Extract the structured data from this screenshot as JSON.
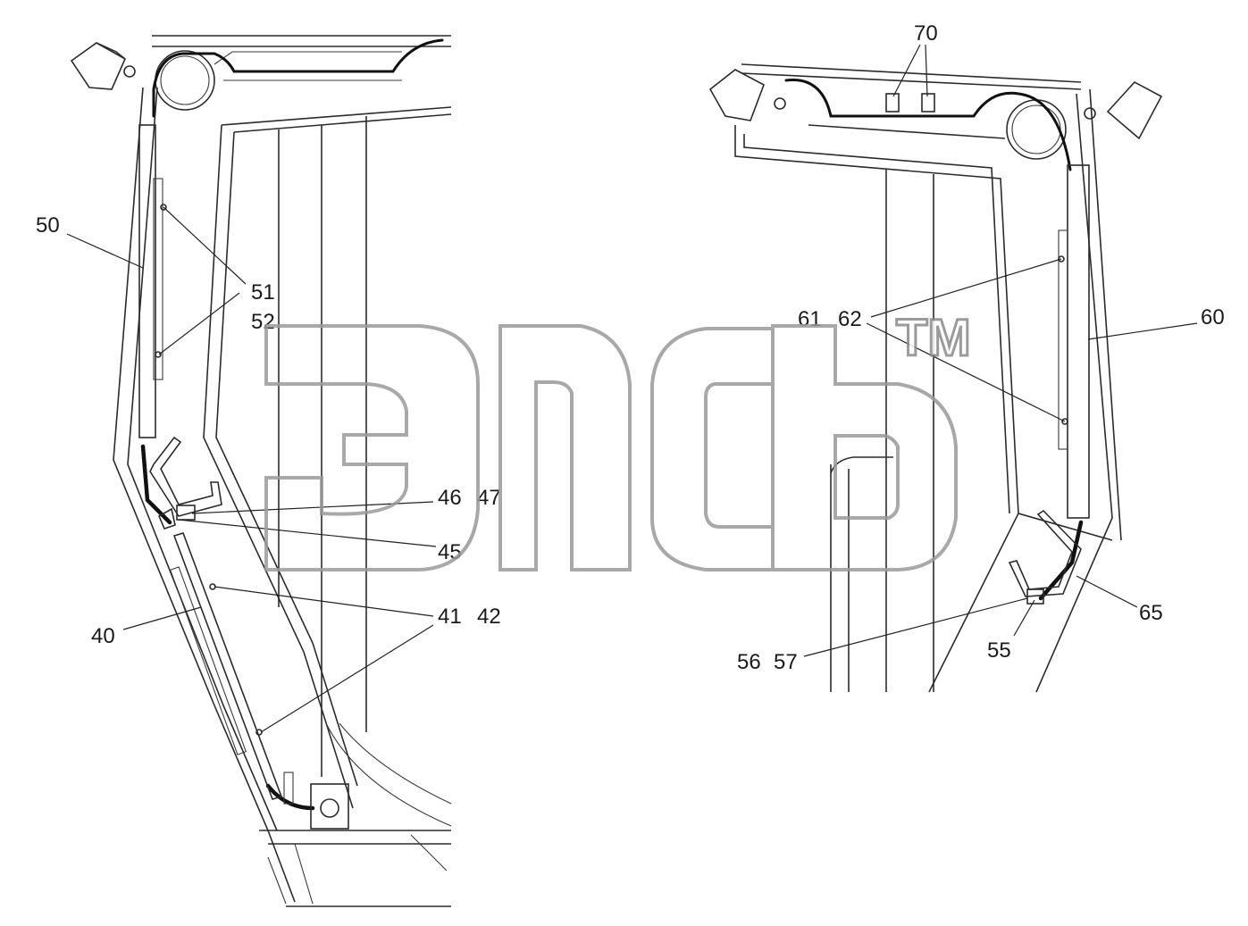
{
  "watermark": {
    "tm": "TM"
  },
  "left_view": {
    "callouts": {
      "c40": "40",
      "c41": "41",
      "c42": "42",
      "c45": "45",
      "c46": "46",
      "c47": "47",
      "c50": "50",
      "c51": "51",
      "c52": "52"
    }
  },
  "right_view": {
    "callouts": {
      "c55": "55",
      "c56": "56",
      "c57": "57",
      "c60": "60",
      "c61": "61",
      "c62": "62",
      "c65": "65",
      "c70": "70"
    }
  },
  "colors": {
    "line": "#2b2b2b",
    "watermark": "#9a9a9a",
    "background": "#ffffff"
  }
}
